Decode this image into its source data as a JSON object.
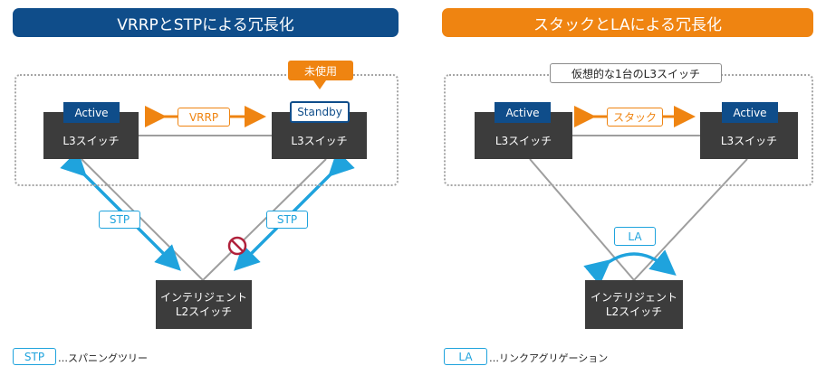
{
  "left": {
    "title": "VRRPとSTPによる冗長化",
    "unused_label": "未使用",
    "switch_left": {
      "badge": "Active",
      "name": "L3スイッチ"
    },
    "switch_right": {
      "badge": "Standby",
      "name": "L3スイッチ"
    },
    "link_label": "VRRP",
    "stp_left": "STP",
    "stp_right": "STP",
    "l2_switch": "インテリジェント\nL2スイッチ",
    "legend": {
      "key": "STP",
      "text": "…スパニングツリー"
    }
  },
  "right": {
    "title": "スタックとLAによる冗長化",
    "virtual_label": "仮想的な1台のL3スイッチ",
    "switch_left": {
      "badge": "Active",
      "name": "L3スイッチ"
    },
    "switch_right": {
      "badge": "Active",
      "name": "L3スイッチ"
    },
    "link_label": "スタック",
    "la_label": "LA",
    "l2_switch": "インテリジェント\nL2スイッチ",
    "legend": {
      "key": "LA",
      "text": "…リンクアグリゲーション"
    }
  },
  "colors": {
    "navy": "#0f4d8a",
    "orange": "#ef8411",
    "cyan": "#1fa3dd",
    "switch": "#3c3c3c",
    "blocked": "#b0213b"
  }
}
